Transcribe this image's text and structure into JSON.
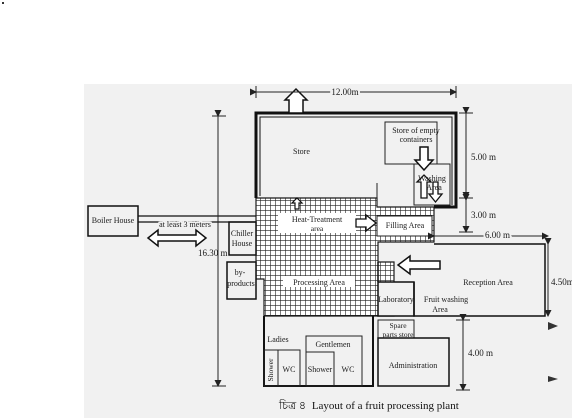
{
  "figure": {
    "caption_prefix": "চিত্র ৪",
    "caption": "Layout of a fruit processing plant"
  },
  "dimensions": {
    "overall_width": "12.00m",
    "overall_height": "16.30 m",
    "store_height": "5.00 m",
    "filling_height": "3.00 m",
    "reception_offset": "6.00 m",
    "reception_height": "4.50m",
    "admin_height": "4.00 m"
  },
  "rooms": {
    "store": "Store",
    "empty_containers_line1": "Store of empty",
    "empty_containers_line2": "containers",
    "washing_line1": "Washing",
    "washing_line2": "Area",
    "heat_treatment_line1": "Heat-Treatment",
    "heat_treatment_line2": "area",
    "filling": "Filling Area",
    "chiller_line1": "Chiller",
    "chiller_line2": "House",
    "byproducts_line1": "by-",
    "byproducts_line2": "products",
    "processing": "Processing Area",
    "laboratory": "Laboratory",
    "fruit_washing_line1": "Fruit washing",
    "fruit_washing_line2": "Area",
    "reception": "Reception Area",
    "boiler": "Boiler House",
    "distance_note": "at least 3 meters",
    "spare_parts_line1": "Spare",
    "spare_parts_line2": "parts store",
    "ladies": "Ladies",
    "gentlemen": "Gentlemen",
    "shower_ladies": "Shower",
    "wc_ladies": "WC",
    "shower_gents": "Shower",
    "wc_gents": "WC",
    "administration": "Administration"
  }
}
